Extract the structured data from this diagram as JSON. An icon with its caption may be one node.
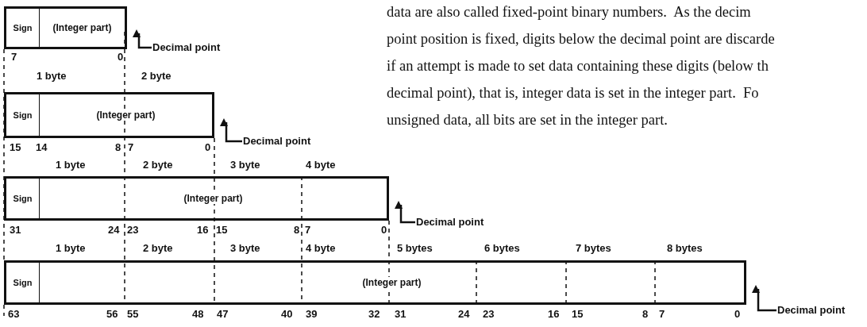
{
  "diagram": {
    "nodes": [
      {
        "text": [],
        "shape": "box"
      },
      {
        "text": [
          "Sign"
        ],
        "in": 0
      },
      {
        "text": [
          "(Integer part)"
        ],
        "in": 0
      },
      {
        "text": [
          "Decimal point"
        ]
      },
      {
        "text": [],
        "shape": "box"
      },
      {
        "text": [
          "Sign"
        ],
        "in": 4
      },
      {
        "text": [
          "(Integer part)"
        ],
        "in": 4
      },
      {
        "text": [
          "Decimal point"
        ]
      },
      {
        "text": [],
        "shape": "box"
      },
      {
        "text": [
          "Sign"
        ],
        "in": 8
      },
      {
        "text": [
          "(Integer part)"
        ],
        "in": 8
      },
      {
        "text": [
          "Decimal point"
        ]
      },
      {
        "text": [],
        "shape": "box"
      },
      {
        "text": [
          "Sign"
        ],
        "in": 12
      },
      {
        "text": [
          "(Integer part)"
        ],
        "in": 12
      },
      {
        "text": [
          "Decimal point"
        ]
      }
    ],
    "edges": [
      {
        "from": 3,
        "to": 0,
        "arrow": "to"
      },
      {
        "from": 7,
        "to": 4,
        "arrow": "to"
      },
      {
        "from": 11,
        "to": 8,
        "arrow": "to"
      },
      {
        "from": 15,
        "to": 12,
        "arrow": "to"
      }
    ],
    "labels": [
      "data are also called fixed-point binary numbers.  As the decim",
      "point position is fixed, digits below the decimal point are discarde",
      "if an attempt is made to set data containing these digits (below th",
      "decimal point), that is, integer data is set in the integer part.  Fo",
      "unsigned data, all bits are set in the integer part.",
      "7",
      "0",
      "1 byte",
      "2 byte",
      "15",
      "14",
      "8",
      "7",
      "0",
      "1 byte",
      "2 byte",
      "3 byte",
      "4 byte",
      "31",
      "24",
      "23",
      "16",
      "15",
      "8",
      "7",
      "0",
      "1 byte",
      "2 byte",
      "3 byte",
      "4 byte",
      "5 bytes",
      "6 bytes",
      "7 bytes",
      "8 bytes",
      "63",
      "56",
      "55",
      "48",
      "47",
      "40",
      "39",
      "32",
      "31",
      "24",
      "23",
      "16",
      "15",
      "8",
      "7",
      "0"
    ]
  }
}
